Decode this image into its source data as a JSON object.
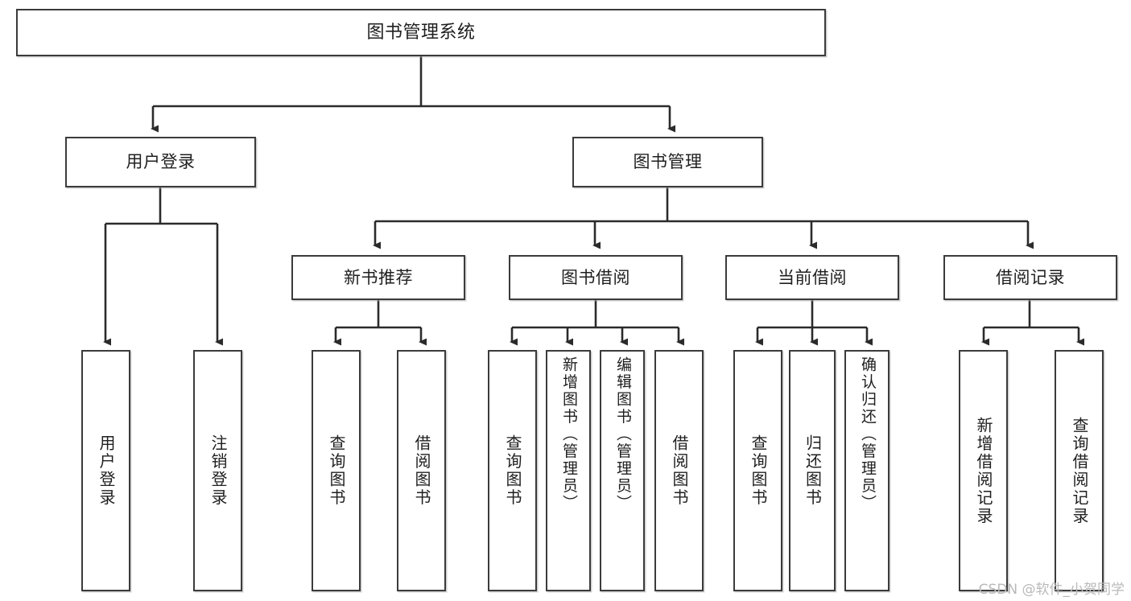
{
  "diagram": {
    "title": "图书管理系统",
    "type": "hierarchy-block-diagram",
    "levels": 4,
    "colors": {
      "box_border": "#3b3b3b",
      "box_fill": "#ffffff",
      "edge": "#2b2b2b",
      "text": "#1f1f1f",
      "watermark": "#b9b9b9"
    }
  },
  "nodes": {
    "root": {
      "label": "图书管理系统"
    },
    "level2": [
      {
        "id": "user-login",
        "label": "用户登录"
      },
      {
        "id": "book-manage",
        "label": "图书管理"
      }
    ],
    "level3": [
      {
        "id": "new-book-rec",
        "label": "新书推荐"
      },
      {
        "id": "book-borrow",
        "label": "图书借阅"
      },
      {
        "id": "current-borrow",
        "label": "当前借阅"
      },
      {
        "id": "borrow-record",
        "label": "借阅记录"
      }
    ],
    "leaves": {
      "user_login": [
        {
          "id": "leaf-user-login",
          "label": "用户登录"
        },
        {
          "id": "leaf-logout",
          "label": "注销登录"
        }
      ],
      "new_book_rec": [
        {
          "id": "leaf-query-book-1",
          "label": "查询图书"
        },
        {
          "id": "leaf-borrow-book-1",
          "label": "借阅图书"
        }
      ],
      "book_borrow": [
        {
          "id": "leaf-query-book-2",
          "label": "查询图书"
        },
        {
          "id": "leaf-add-book",
          "label": "新增图书（管理员）"
        },
        {
          "id": "leaf-edit-book",
          "label": "编辑图书（管理员）"
        },
        {
          "id": "leaf-borrow-book-2",
          "label": "借阅图书"
        }
      ],
      "current_borrow": [
        {
          "id": "leaf-query-book-3",
          "label": "查询图书"
        },
        {
          "id": "leaf-return-book",
          "label": "归还图书"
        },
        {
          "id": "leaf-confirm-return",
          "label": "确认归还（管理员）"
        }
      ],
      "borrow_record": [
        {
          "id": "leaf-add-record",
          "label": "新增借阅记录"
        },
        {
          "id": "leaf-query-record",
          "label": "查询借阅记录"
        }
      ]
    }
  },
  "watermark": {
    "text": "CSDN @软件_小贺同学"
  }
}
